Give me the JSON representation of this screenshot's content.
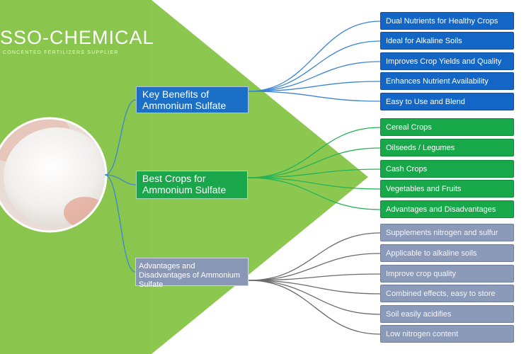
{
  "brand": {
    "name": "SSO-CHEMICAL",
    "tagline": "CONCENTED FERTILIZERS SUPPLIER"
  },
  "branches": [
    {
      "label": "Key Benefits of Ammonium Sulfate",
      "color": "#1b6fc7",
      "items": [
        "Dual Nutrients for Healthy Crops",
        "Ideal for Alkaline Soils",
        "Improves Crop Yields and Quality",
        "Enhances Nutrient Availability",
        "Easy to Use and Blend"
      ]
    },
    {
      "label": "Best Crops for Ammonium Sulfate",
      "color": "#1aa64a",
      "items": [
        "Cereal Crops",
        "Oilseeds / Legumes",
        "Cash Crops",
        "Vegetables and Fruits",
        "Advantages and Disadvantages"
      ]
    },
    {
      "label": "Advantages and Disadvantages of Ammonium Sulfate",
      "color": "#8897b6",
      "items": [
        "Supplements nitrogen and sulfur",
        "Applicable to alkaline soils",
        "Improve crop quality",
        "Combined effects, easy to store",
        "Soil easily acidifies",
        "Low nitrogen content"
      ]
    }
  ],
  "colors": {
    "background_green": "#8cc850",
    "connector_blue": "#3b86d6",
    "connector_green": "#26b257",
    "connector_gray": "#6b6b6b"
  }
}
